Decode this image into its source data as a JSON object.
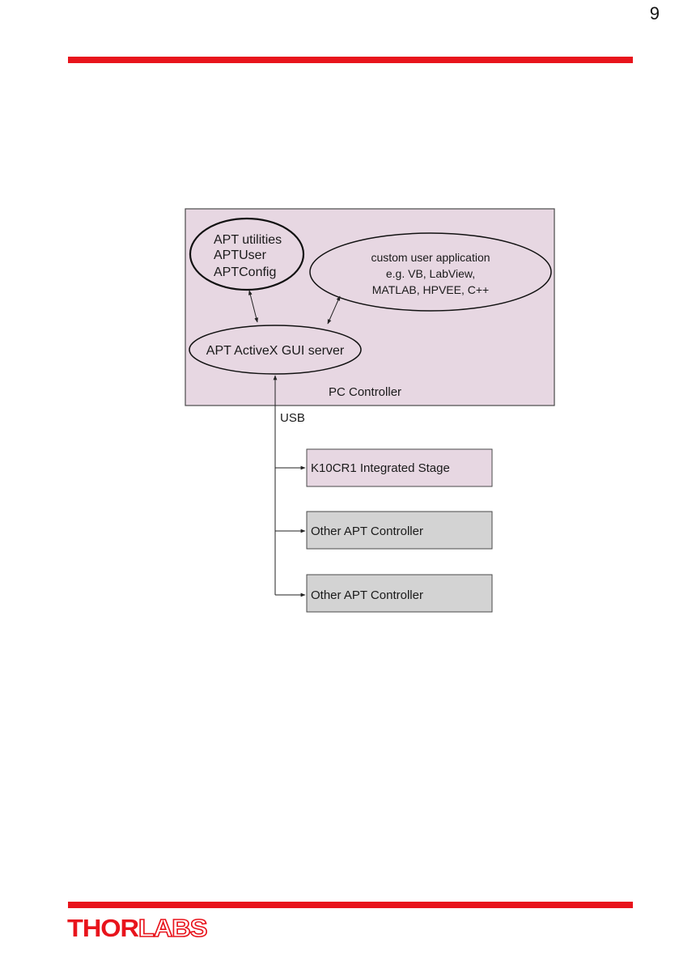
{
  "header": {
    "page_number": "9"
  },
  "diagram": {
    "pc_controller_label": "PC Controller",
    "apt_utilities_lines": [
      "APT utilities",
      "APTUser",
      "APTConfig"
    ],
    "custom_app_lines": [
      "custom user application",
      "e.g. VB, LabView,",
      "MATLAB, HPVEE, C++"
    ],
    "activex_label": "APT ActiveX GUI server",
    "bus_label": "USB",
    "devices": [
      "K10CR1 Integrated Stage",
      "Other APT Controller",
      "Other APT Controller"
    ],
    "colors": {
      "pc_box_fill": "#e7d7e2",
      "device_highlight_fill": "#e7d7e2",
      "device_other_fill": "#d3d3d3",
      "rule_red": "#e8141c"
    }
  },
  "footer": {
    "logo_text": "THORLABS"
  }
}
